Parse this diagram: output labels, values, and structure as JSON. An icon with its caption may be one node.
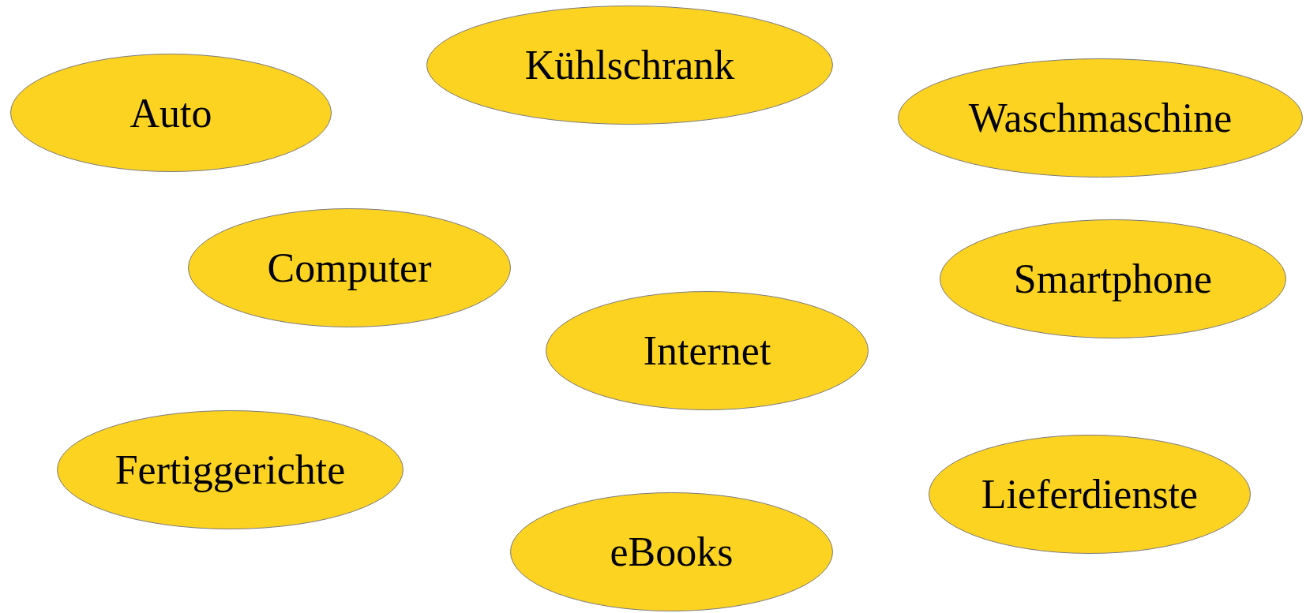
{
  "diagram": {
    "nodes": [
      {
        "text": [
          "Kühlschrank"
        ]
      },
      {
        "text": [
          "Auto"
        ]
      },
      {
        "text": [
          "Waschmaschine"
        ]
      },
      {
        "text": [
          "Computer"
        ]
      },
      {
        "text": [
          "Smartphone"
        ]
      },
      {
        "text": [
          "Internet"
        ]
      },
      {
        "text": [
          "Fertiggerichte"
        ]
      },
      {
        "text": [
          "Lieferdienste"
        ]
      },
      {
        "text": [
          "eBooks"
        ]
      }
    ]
  }
}
